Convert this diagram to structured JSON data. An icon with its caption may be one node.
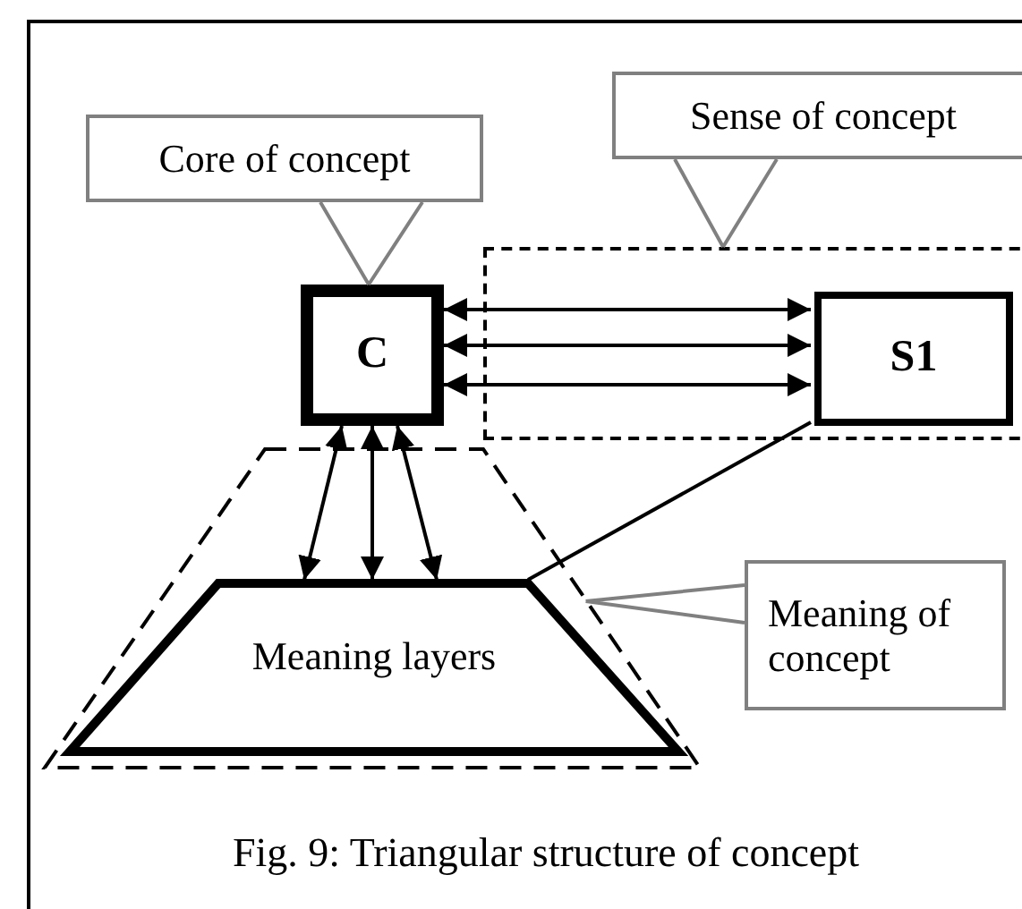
{
  "diagram": {
    "caption": "Fig. 9: Triangular structure of concept",
    "nodes": [
      {
        "text": [
          "Core of concept"
        ]
      },
      {
        "text": [
          "Sense of concept"
        ]
      },
      {
        "text": [
          "Meaning of concept"
        ]
      },
      {
        "text": [
          "C"
        ]
      },
      {
        "text": [],
        "shape": "box"
      },
      {
        "text": [
          "S1"
        ],
        "in": 4
      },
      {
        "text": [],
        "shape": "trapezoid"
      },
      {
        "text": [
          "Meaning layers"
        ],
        "in": 6
      }
    ],
    "edges": [
      {
        "from": 0,
        "to": 3,
        "arrow": "none",
        "color": "#808080"
      },
      {
        "from": 1,
        "to": 4,
        "arrow": "none",
        "color": "#808080"
      },
      {
        "from": 2,
        "to": 6,
        "arrow": "none",
        "color": "#808080"
      },
      {
        "from": 3,
        "to": 5,
        "arrow": "both"
      },
      {
        "from": 3,
        "to": 5,
        "arrow": "both"
      },
      {
        "from": 3,
        "to": 5,
        "arrow": "both"
      },
      {
        "from": 3,
        "to": 7,
        "arrow": "both"
      },
      {
        "from": 3,
        "to": 7,
        "arrow": "both"
      },
      {
        "from": 3,
        "to": 7,
        "arrow": "both"
      },
      {
        "from": 5,
        "to": 7,
        "arrow": "none"
      }
    ]
  }
}
